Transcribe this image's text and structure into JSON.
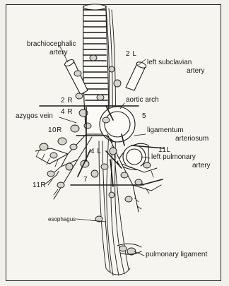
{
  "labels": {
    "brachiocephalic_1": "brachiocephalic",
    "brachiocephalic_2": "artery",
    "left_subclavian_1": "left subclavian",
    "left_subclavian_2": "artery",
    "aortic_arch": "aortic arch",
    "ligamentum_1": "ligamentum",
    "ligamentum_2": "arteriosum",
    "azygos_vein": "azygos vein",
    "left_pulmonary_1": "left pulmonary",
    "left_pulmonary_2": "artery",
    "esophagus": "esophagus",
    "pulmonary_ligament": "pulmonary ligament"
  },
  "stations": {
    "s2L": "2 L",
    "s2R": "2 R",
    "s4R": "4 R",
    "s5": "5",
    "s10R": "10R",
    "s4L": "4 L",
    "s11L": "11L",
    "s11R": "11R",
    "s7": "7"
  }
}
